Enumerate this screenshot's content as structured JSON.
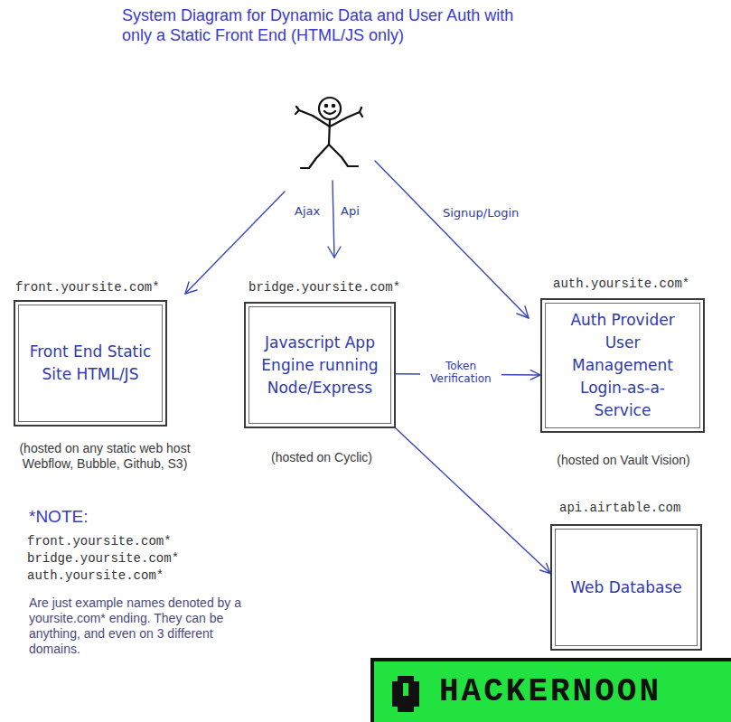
{
  "diagram": {
    "title": "System Diagram for Dynamic Data and User Auth with only a Static Front End (HTML/JS only)",
    "nodes": [
      {
        "text": [
          "front.yoursite.com*",
          "Front End Static Site HTML/JS",
          "(hosted on any static web host Webflow, Bubble, Github, S3)"
        ]
      },
      {
        "text": [
          "bridge.yoursite.com*",
          "Javascript App Engine running Node/Express",
          "(hosted on Cyclic)"
        ]
      },
      {
        "text": [
          "auth.yoursite.com*",
          "Auth Provider User Management Login-as-a-Service",
          "(hosted on Vault Vision)"
        ]
      },
      {
        "text": [
          "api.airtable.com",
          "Web Database"
        ]
      }
    ],
    "edges": [
      {
        "from": 1,
        "to": 2,
        "label": "Token Verification",
        "arrow": "to"
      },
      {
        "from": 1,
        "to": 3,
        "arrow": "to"
      }
    ],
    "labels": [
      "Ajax",
      "Api",
      "Signup/Login",
      "*NOTE:",
      "front.yoursite.com*",
      "bridge.yoursite.com*",
      "auth.yoursite.com*",
      "Are just example names denoted by a yoursite.com* ending. They can be anything, and even on 3 different domains.",
      "HACKERNOON"
    ]
  }
}
